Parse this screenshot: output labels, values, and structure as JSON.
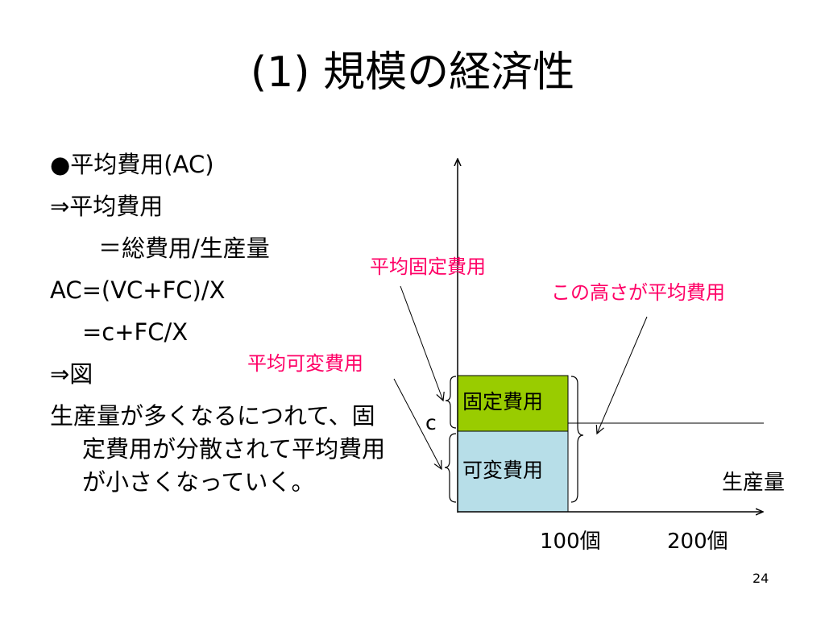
{
  "slide": {
    "title": "(1) 規模の経済性",
    "page_number": "24"
  },
  "bullets": {
    "line1": "●平均費用(AC)",
    "line2": "⇒平均費用",
    "line3": "＝総費用/生産量",
    "line4": "AC=(VC+FC)/X",
    "line5": "=c+FC/X",
    "line6": "⇒図",
    "line7": "生産量が多くなるにつれて、固定費用が分散されて平均費用が小さくなっていく。"
  },
  "diagram": {
    "fixed_cost_box": "固定費用",
    "variable_cost_box": "可変費用",
    "c_label": "c",
    "x_axis_label": "生産量",
    "tick_100": "100個",
    "tick_200": "200個",
    "callout_fixed": "平均固定費用",
    "callout_average": "この高さが平均費用",
    "callout_variable": "平均可変費用",
    "colors": {
      "fixed_fill": "#99cc00",
      "variable_fill": "#b7dee8",
      "callout_text": "#ff0066"
    }
  }
}
